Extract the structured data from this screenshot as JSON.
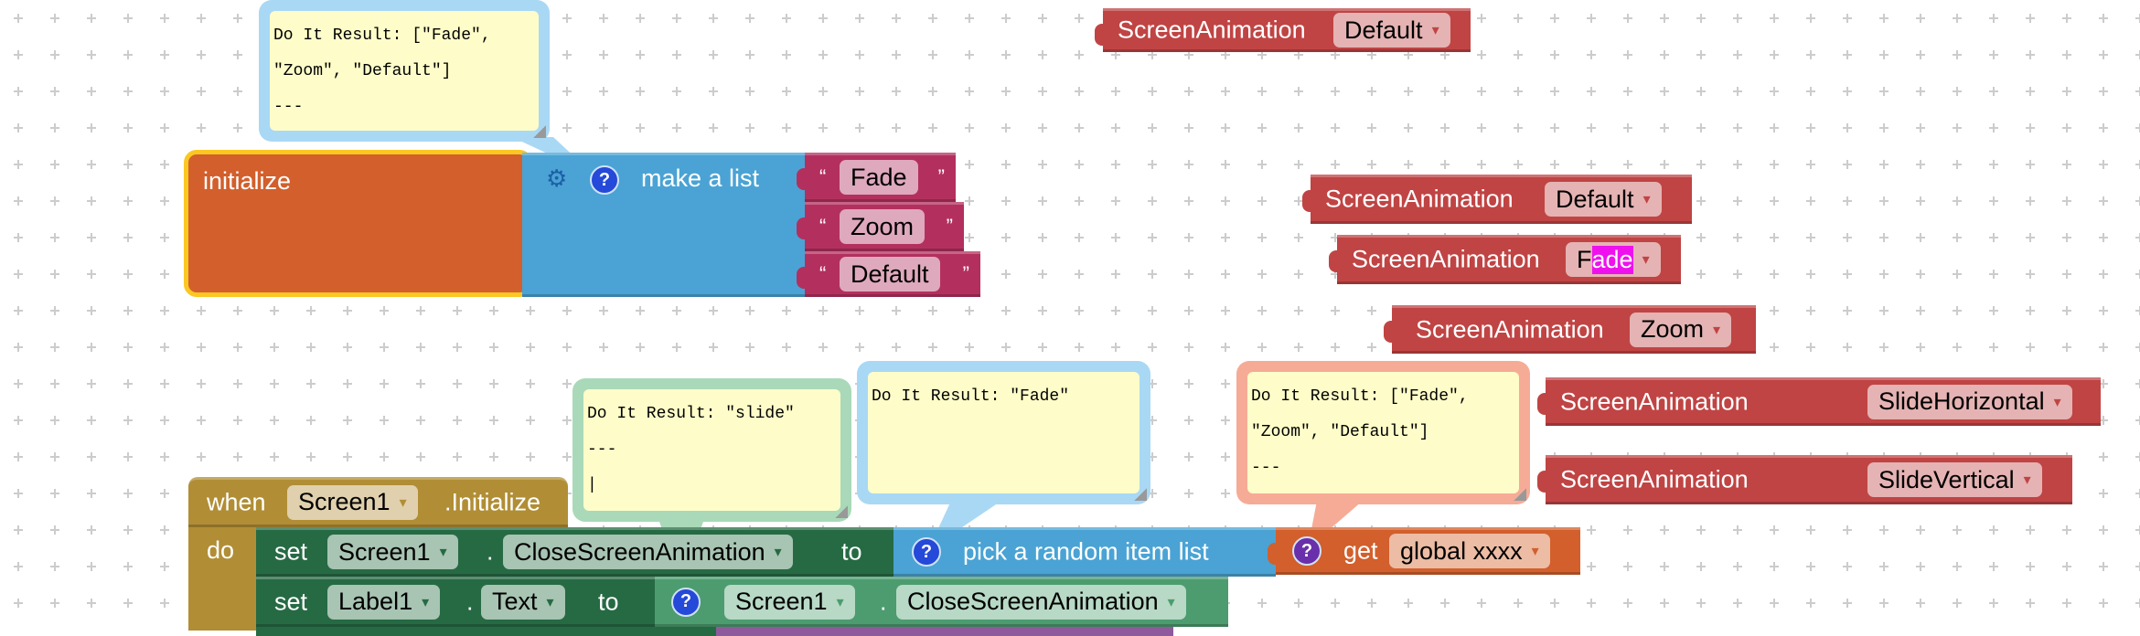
{
  "colors": {
    "screen_animation": "#c04444",
    "text_block": "#b3305e",
    "list_block": "#4aa3d4",
    "variable_block": "#d25f2c",
    "event_block": "#b18e35",
    "setter_block": "#266a44",
    "getter_block": "#4c9c6f",
    "comment_fill": "#fefdc9",
    "selected_outline": "#fbc723",
    "highlight": "#ee11ee"
  },
  "screen_animation_blocks": [
    {
      "label": "ScreenAnimation",
      "value": "Default"
    },
    {
      "label": "ScreenAnimation",
      "value": "Default"
    },
    {
      "label": "ScreenAnimation",
      "value_plain": "F",
      "value_selected": "ade"
    },
    {
      "label": "ScreenAnimation",
      "value": "Zoom"
    },
    {
      "label": "ScreenAnimation",
      "value": "SlideHorizontal"
    },
    {
      "label": "ScreenAnimation",
      "value": "SlideVertical"
    }
  ],
  "initialize_block": {
    "label": "initialize"
  },
  "make_list_block": {
    "label": "make a list",
    "gear_icon": "gear-icon",
    "help_icon": "question-icon"
  },
  "text_blocks": [
    {
      "open_quote": "“",
      "value": "Fade",
      "close_quote": "”"
    },
    {
      "open_quote": "“",
      "value": "Zoom",
      "close_quote": "”"
    },
    {
      "open_quote": "“",
      "value": "Default",
      "close_quote": "”"
    }
  ],
  "event_block": {
    "when": "when",
    "component": "Screen1",
    "event": ".Initialize",
    "do": "do"
  },
  "set_row_1": {
    "set": "set",
    "component": "Screen1",
    "dot": ".",
    "property": "CloseScreenAnimation",
    "to": "to"
  },
  "pick_random_block": {
    "help": "?",
    "label": "pick a random item  list"
  },
  "get_global_block": {
    "help": "?",
    "get": "get",
    "variable": "global xxxx"
  },
  "set_row_2": {
    "set": "set",
    "component": "Label1",
    "dot": ".",
    "property": "Text",
    "to": "to"
  },
  "getter_block": {
    "help": "?",
    "component": "Screen1",
    "dot": ".",
    "property": "CloseScreenAnimation"
  },
  "comments": {
    "make_list": "Do It Result: [\"Fade\",\n\"Zoom\", \"Default\"]\n---",
    "pick_random": "Do It Result: \"Fade\"",
    "getter": "Do It Result: \"slide\"\n---\n|",
    "get_global": "Do It Result: [\"Fade\",\n\"Zoom\", \"Default\"]\n---"
  },
  "dropdown_arrow": "▾",
  "question_mark": "?"
}
